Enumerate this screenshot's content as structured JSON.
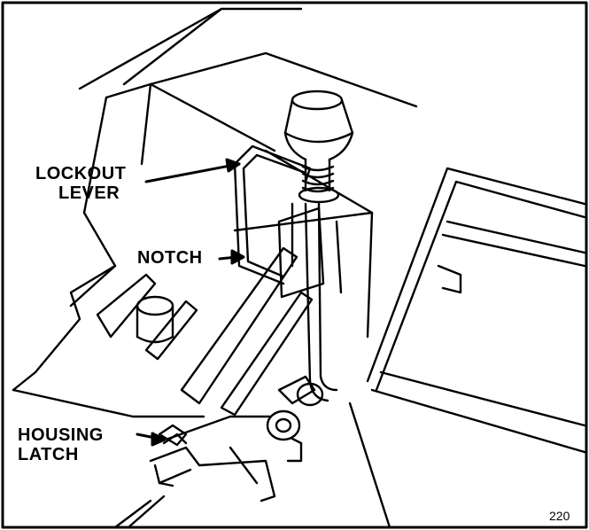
{
  "figure": {
    "labels": {
      "lockout_lever": [
        "LOCKOUT",
        "LEVER"
      ],
      "notch": "NOTCH",
      "housing_latch": [
        "HOUSING",
        "LATCH"
      ]
    },
    "figure_number": "220",
    "ink_color": "#000000",
    "paper_color": "#ffffff"
  }
}
